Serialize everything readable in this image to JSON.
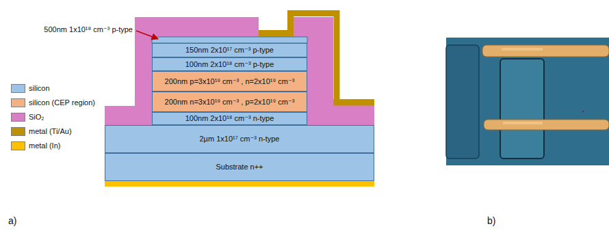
{
  "diagram": {
    "nodes": [
      {
        "text": [
          "150nm 2x10¹⁷ cm⁻³ p-type"
        ]
      },
      {
        "text": [
          "100nm 2x10¹⁸ cm⁻³ p-type"
        ]
      },
      {
        "text": [
          "200nm p=3x10¹⁹ cm⁻³ , n=2x10¹⁹ cm⁻³"
        ]
      },
      {
        "text": [
          "200nm n=3x10¹⁹ cm⁻³ , p=2x10¹⁹ cm⁻³"
        ]
      },
      {
        "text": [
          "100nm 2x10¹⁸ cm⁻³ n-type"
        ]
      },
      {
        "text": [
          "2µm 1x10¹⁷ cm⁻³ n-type"
        ]
      },
      {
        "text": [
          "Substrate n++"
        ]
      }
    ],
    "labels": [
      "500nm 1x10¹⁸ cm⁻³ p-type",
      "a)",
      "b)"
    ],
    "legend": [
      {
        "text": "silicon",
        "color": "#9dc3e6"
      },
      {
        "text": "silicon (CEP region)",
        "color": "#f4b183"
      },
      {
        "text": "SiO₂",
        "color": "#d97fc6"
      },
      {
        "text": "metal (Ti/Au)",
        "color": "#bf9000"
      },
      {
        "text": "metal (In)",
        "color": "#ffc000"
      }
    ]
  }
}
